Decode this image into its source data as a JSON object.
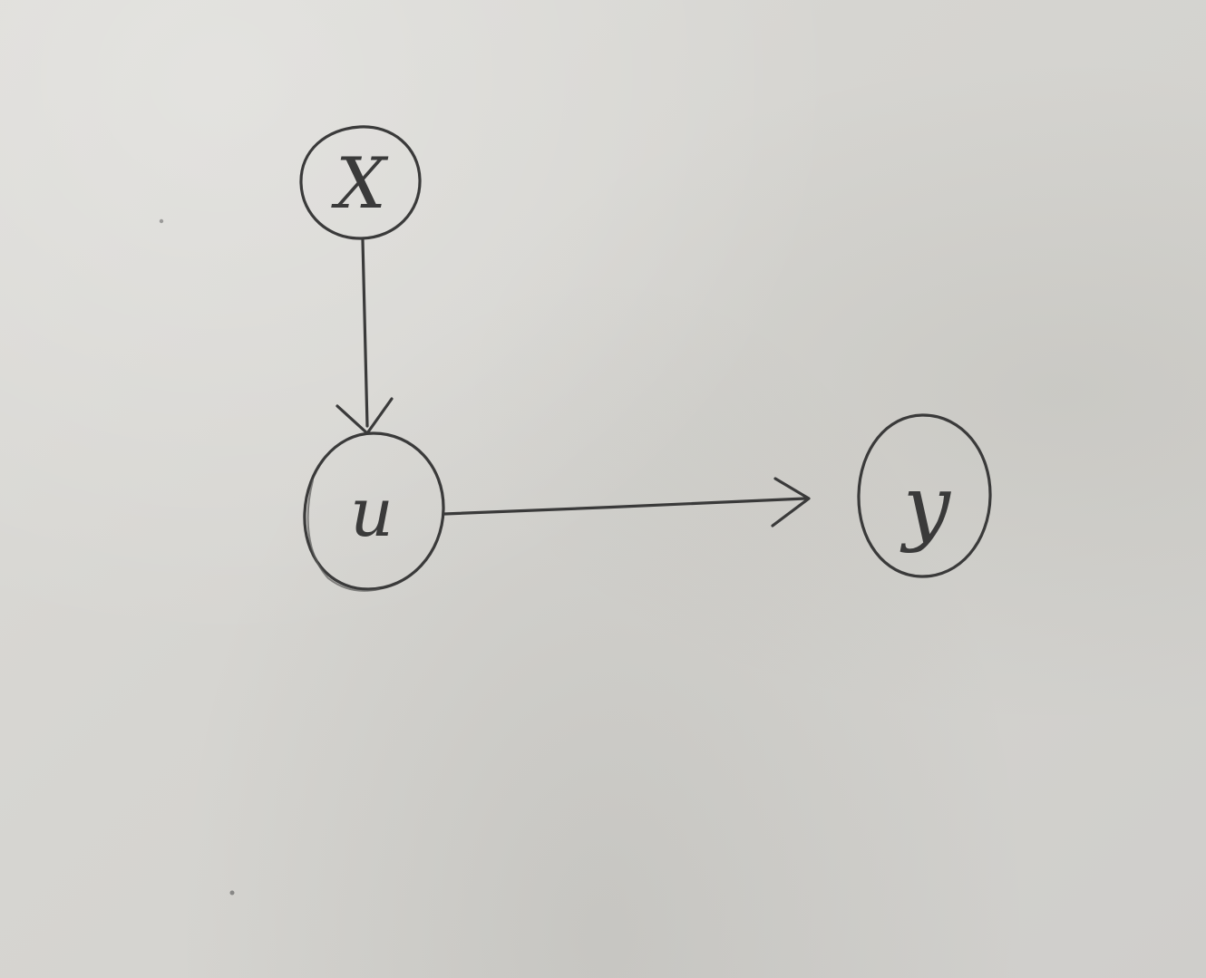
{
  "diagram": {
    "nodes": [
      {
        "id": "x",
        "label": "X"
      },
      {
        "id": "u",
        "label": "u"
      },
      {
        "id": "y",
        "label": "y"
      }
    ],
    "edges": [
      {
        "from": "x",
        "to": "u"
      },
      {
        "from": "u",
        "to": "y"
      }
    ],
    "colors": {
      "paper": "#d9d8d4",
      "pencil": "#3a3a3a"
    }
  }
}
